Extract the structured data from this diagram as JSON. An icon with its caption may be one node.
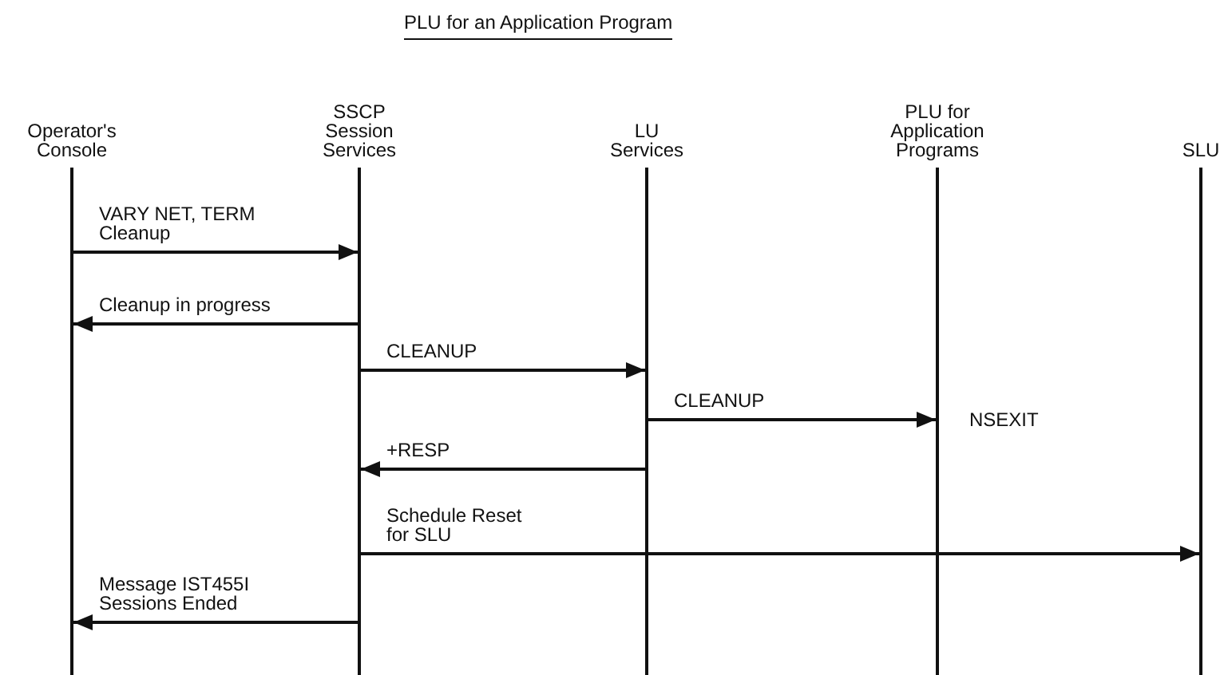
{
  "diagram": {
    "title": "PLU for an Application Program",
    "nodes": [
      {
        "text": [
          "Operator's Console"
        ]
      },
      {
        "text": [
          "SSCP Session Services"
        ]
      },
      {
        "text": [
          "LU Services"
        ]
      },
      {
        "text": [
          "PLU for Application Programs"
        ]
      },
      {
        "text": [
          "SLU"
        ]
      }
    ],
    "edges": [
      {
        "from": 0,
        "to": 1,
        "arrow": "to",
        "label": "VARY NET, TERM Cleanup"
      },
      {
        "from": 1,
        "to": 0,
        "arrow": "to",
        "label": "Cleanup in progress"
      },
      {
        "from": 1,
        "to": 2,
        "arrow": "to",
        "label": "CLEANUP"
      },
      {
        "from": 2,
        "to": 3,
        "arrow": "to",
        "label": "CLEANUP"
      },
      {
        "from": 2,
        "to": 1,
        "arrow": "to",
        "label": "+RESP"
      },
      {
        "from": 1,
        "to": 4,
        "arrow": "to",
        "label": "Schedule Reset for SLU"
      },
      {
        "from": 1,
        "to": 0,
        "arrow": "to",
        "label": "Message IST455I Sessions Ended"
      }
    ],
    "labels": [
      "NSEXIT"
    ]
  }
}
